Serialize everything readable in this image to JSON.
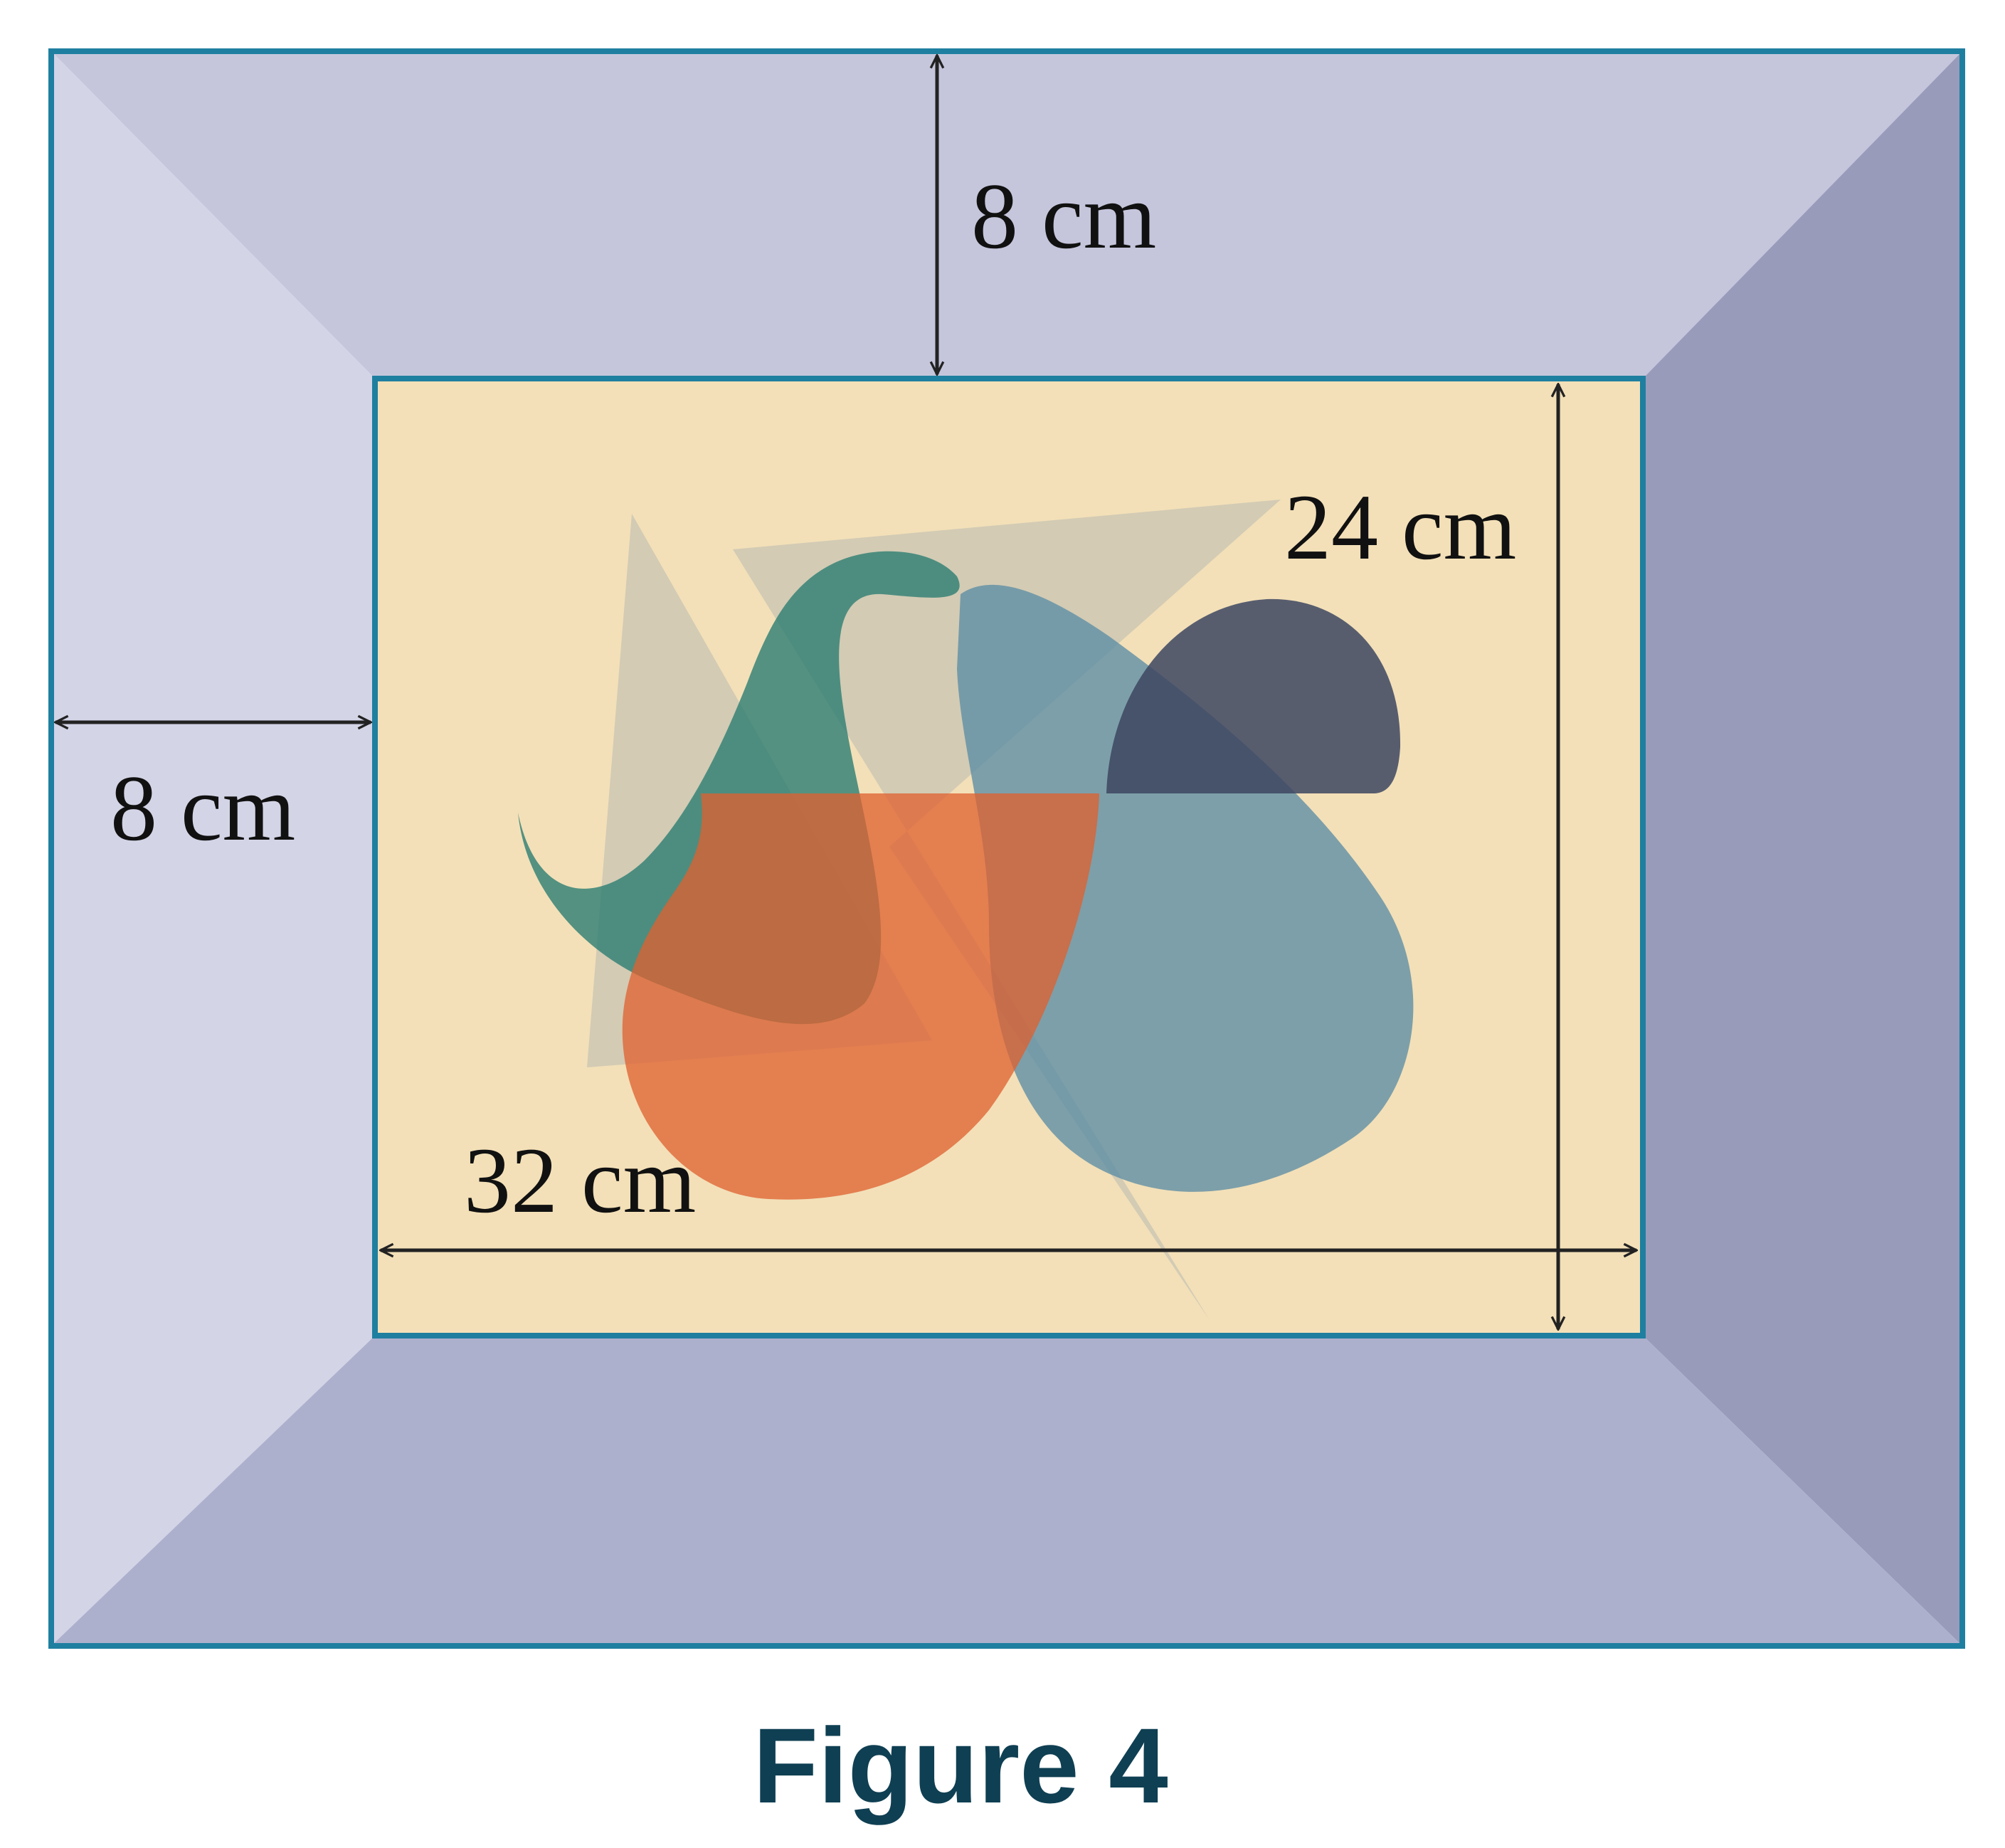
{
  "labels": {
    "frame_top_width": "8 cm",
    "frame_left_width": "8 cm",
    "picture_height": "24 cm",
    "picture_width": "32 cm"
  },
  "caption": "Figure 4",
  "colors": {
    "frame_border": "#1f7fa0",
    "frame_top": "#c5c6dc",
    "frame_left": "#d3d4e6",
    "frame_right": "#999bbb",
    "frame_bottom": "#adb0cd",
    "picture_background": "#f3e0b8",
    "caption": "#0f3f52"
  }
}
